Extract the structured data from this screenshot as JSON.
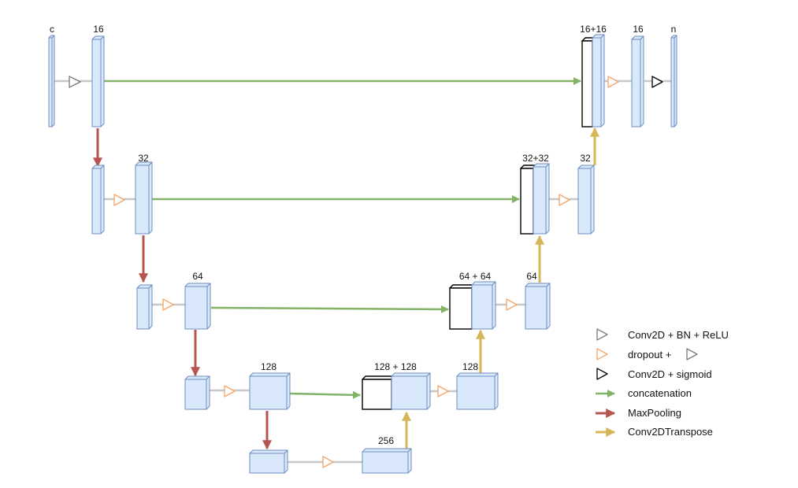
{
  "block_labels": {
    "input": "c",
    "level1": "16",
    "level1_up_concat": "16+16",
    "level1_up": "16",
    "output": "n",
    "level2": "32",
    "level2_up_concat": "32+32",
    "level2_up": "32",
    "level3": "64",
    "level3_up_concat": "64 + 64",
    "level3_up": "64",
    "level4": "128",
    "level4_up_concat": "128 + 128",
    "level4_up": "128",
    "bottom": "256"
  },
  "legend": {
    "conv": "Conv2D + BN + ReLU",
    "dropout": "dropout +",
    "sigmoid": "Conv2D + sigmoid",
    "concat": "concatenation",
    "maxpool": "MaxPooling",
    "transpose": "Conv2DTranspose"
  },
  "colors": {
    "block_fill": "#dae8fc",
    "block_stroke": "#6c8ebf",
    "concat_arrow": "#82b366",
    "maxpool_arrow": "#b85450",
    "transpose_arrow": "#d6b656",
    "dropout_triangle": "#f4a56a",
    "conv_triangle": "#7a7a7a",
    "sigmoid_triangle": "#000000",
    "connector": "#c8c8c8"
  },
  "icons": {
    "conv": "gray-outline-triangle-icon",
    "dropout": "orange-triangle-icon",
    "sigmoid": "black-outline-triangle-icon",
    "concat": "green-arrow-icon",
    "maxpool": "red-arrow-icon",
    "transpose": "gold-arrow-icon"
  }
}
